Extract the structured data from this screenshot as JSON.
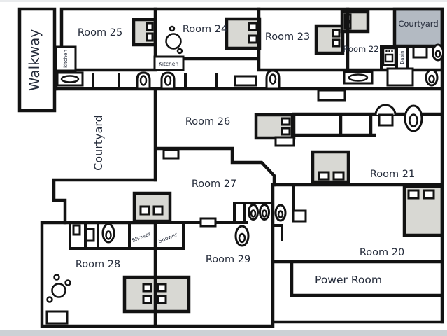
{
  "floorplan": {
    "rooms": {
      "walkway": "Walkway",
      "room25": "Room 25",
      "room24": "Room 24",
      "room23": "Room 23",
      "room22": "Room 22",
      "room26": "Room 26",
      "room27": "Room 27",
      "room21": "Room 21",
      "room20": "Room 20",
      "room28": "Room 28",
      "room29": "Room 29",
      "power_room": "Power Room",
      "courtyard_upper": "Courtyard",
      "courtyard_main": "Courtyard"
    },
    "stalls": {
      "kitchen_room25": "kitchen",
      "kitchen_room24": "Kitchen",
      "basin": "Basin",
      "shower_left": "Shower",
      "shower_right": "Shower"
    },
    "colors": {
      "wall": "#121212",
      "ink": "#242b3a",
      "bed_fill": "#d8d8d3",
      "courtyard_fill": "#b3bac2",
      "background": "#ffffff",
      "photo_edge": "#ccd1d5"
    }
  }
}
